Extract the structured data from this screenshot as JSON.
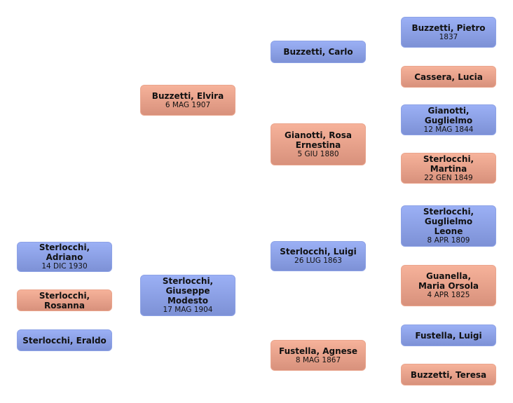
{
  "colors": {
    "male": "#8da2e6",
    "female": "#e8a38c"
  },
  "people": [
    {
      "name": "Sterlocchi, Adriano",
      "date": "14 DIC 1930",
      "sex": "m"
    },
    {
      "name": "Sterlocchi, Rosanna",
      "date": "",
      "sex": "f"
    },
    {
      "name": "Sterlocchi, Eraldo",
      "date": "",
      "sex": "m"
    },
    {
      "name": "Buzzetti, Elvira",
      "date": "6 MAG 1907",
      "sex": "f"
    },
    {
      "name": "Sterlocchi, Giuseppe Modesto",
      "date": "17 MAG 1904",
      "sex": "m"
    },
    {
      "name": "Buzzetti, Carlo",
      "date": "",
      "sex": "m"
    },
    {
      "name": "Gianotti, Rosa Ernestina",
      "date": "5 GIU 1880",
      "sex": "f"
    },
    {
      "name": "Sterlocchi, Luigi",
      "date": "26 LUG 1863",
      "sex": "m"
    },
    {
      "name": "Fustella, Agnese",
      "date": "8 MAG 1867",
      "sex": "f"
    },
    {
      "name": "Buzzetti, Pietro",
      "date": "1837",
      "sex": "m"
    },
    {
      "name": "Cassera, Lucia",
      "date": "",
      "sex": "f"
    },
    {
      "name": "Gianotti, Guglielmo",
      "date": "12 MAG 1844",
      "sex": "m"
    },
    {
      "name": "Sterlocchi, Martina",
      "date": "22 GEN 1849",
      "sex": "f"
    },
    {
      "name": "Sterlocchi, Guglielmo Leone",
      "date": "8 APR 1809",
      "sex": "m"
    },
    {
      "name": "Guanella, Maria Orsola",
      "date": "4 APR 1825",
      "sex": "f"
    },
    {
      "name": "Fustella, Luigi",
      "date": "",
      "sex": "m"
    },
    {
      "name": "Buzzetti, Teresa",
      "date": "",
      "sex": "f"
    }
  ]
}
